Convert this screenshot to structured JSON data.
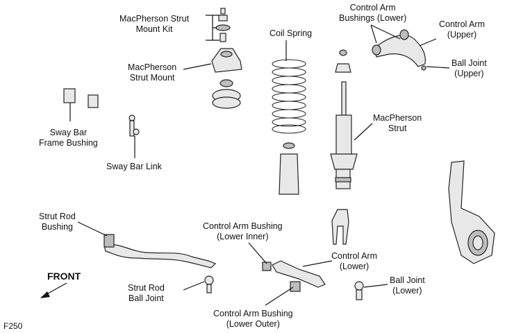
{
  "diagram": {
    "front_label": "FRONT",
    "figure_code": "F250",
    "labels": {
      "strut_mount_kit": [
        "MacPherson Strut",
        "Mount Kit"
      ],
      "strut_mount": [
        "MacPherson",
        "Strut Mount"
      ],
      "coil_spring": [
        "Coil Spring"
      ],
      "ca_bushings_lower": [
        "Control Arm",
        "Bushings (Lower)"
      ],
      "control_arm_upper": [
        "Control Arm",
        "(Upper)"
      ],
      "ball_joint_upper": [
        "Ball Joint",
        "(Upper)"
      ],
      "sway_bar_bushing": [
        "Sway Bar",
        "Frame Bushing"
      ],
      "sway_bar_link": [
        "Sway Bar Link"
      ],
      "macpherson_strut": [
        "MacPherson",
        "Strut"
      ],
      "strut_rod_bushing": [
        "Strut Rod",
        "Bushing"
      ],
      "ca_bushing_lower_inner": [
        "Control Arm Bushing",
        "(Lower Inner)"
      ],
      "control_arm_lower": [
        "Control Arm",
        "(Lower)"
      ],
      "strut_rod_ball_joint": [
        "Strut Rod",
        "Ball Joint"
      ],
      "ball_joint_lower": [
        "Ball Joint",
        "(Lower)"
      ],
      "ca_bushing_lower_outer": [
        "Control Arm Bushing",
        "(Lower Outer)"
      ]
    }
  }
}
